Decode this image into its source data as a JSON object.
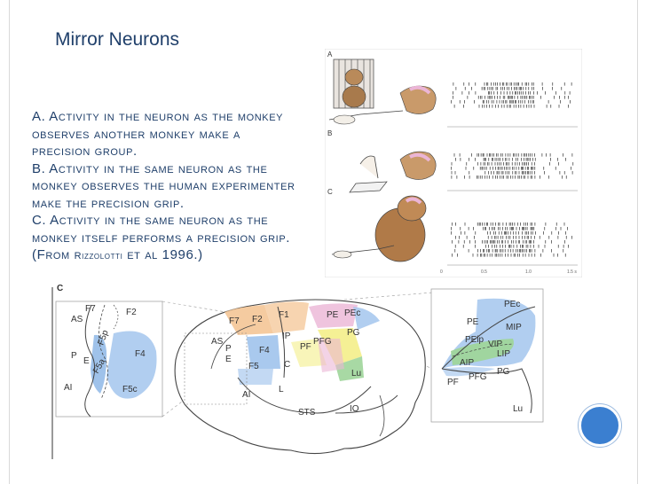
{
  "slide": {
    "title": "Mirror Neurons",
    "paragraphs": [
      {
        "text": "A. Activity in the neuron as the monkey observes another monkey make a precision group."
      },
      {
        "text": "B. Activity in the same neuron as the monkey observes the human experimenter make the precision grip."
      },
      {
        "text_main": "C. Activity in the same neuron as the monkey itself performs a precision grip. (From ",
        "text_small": "Rizzolotti",
        "text_end": " et al 1996.)"
      }
    ]
  },
  "figure_top": {
    "panel_labels": [
      "A",
      "B",
      "C"
    ],
    "axis_ticks": [
      "0",
      "0.5",
      "1.0",
      "1.5 s"
    ]
  },
  "figure_bottom": {
    "panel_label": "C",
    "left_inset_labels": [
      "F7",
      "F2",
      "AS",
      "F5p",
      "F4",
      "P",
      "E",
      "F5a",
      "F5c",
      "AI"
    ],
    "center_labels": [
      "F7",
      "F2",
      "F1",
      "PE",
      "PEc",
      "PG",
      "IP",
      "PF",
      "PFG",
      "AS",
      "P",
      "E",
      "F4",
      "F5",
      "C",
      "AI",
      "L",
      "Lu",
      "IO",
      "STS"
    ],
    "right_inset_labels": [
      "PEc",
      "PE",
      "MIP",
      "PEip",
      "VIP",
      "LIP",
      "AIP",
      "PF",
      "PFG",
      "PG",
      "Lu"
    ]
  },
  "colors": {
    "title": "#1f3f6a",
    "body_text": "#1f3f6a",
    "region_blue": "#a9c9ee",
    "region_orange": "#f3c28f",
    "region_yellow": "#f4ee8a",
    "region_green": "#9fd59a",
    "region_pink": "#ebb5d6",
    "accent_circle": "#3b7fd0"
  }
}
